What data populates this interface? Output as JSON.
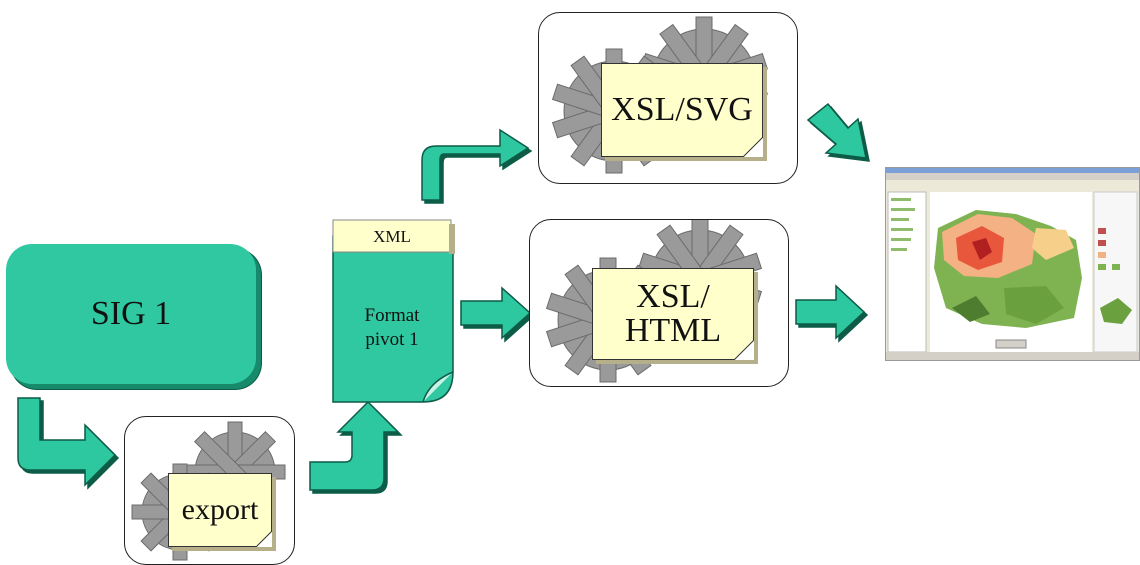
{
  "nodes": {
    "sig": "SIG 1",
    "export": "export",
    "xml_tab": "XML",
    "format_line1": "Format",
    "format_line2": "pivot 1",
    "xsl_svg": "XSL/SVG",
    "xsl_html_line1": "XSL/",
    "xsl_html_line2": "HTML"
  },
  "icons": [
    "gear-icon",
    "document-icon",
    "arrow-icon",
    "map-screenshot"
  ],
  "colors": {
    "accent": "#2fc8a0",
    "note": "#ffffcc",
    "gear": "#9a9a9a"
  }
}
